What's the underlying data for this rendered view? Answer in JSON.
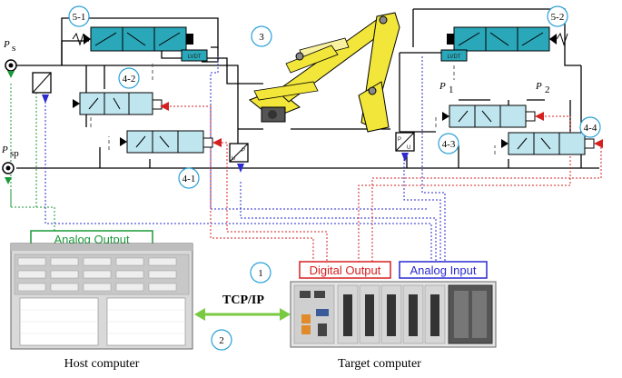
{
  "labels": {
    "p_s": "P",
    "p_s_sub": "s",
    "p_sp": "P",
    "p_sp_sub": "sp",
    "p1": "P",
    "p1_sub": "1",
    "p2": "P",
    "p2_sub": "2",
    "valve_5_1": "5-1",
    "valve_5_2": "5-2",
    "valve_4_1": "4-1",
    "valve_4_2": "4-2",
    "valve_4_3": "4-3",
    "valve_4_4": "4-4",
    "excavator": "3",
    "target_tag": "1",
    "link_tag": "2",
    "lvdt_left": "LVDT",
    "lvdt_right": "LVDT",
    "sensor_p": "P",
    "sensor_u": "U"
  },
  "boxes": {
    "analog_output": "Analog Output",
    "digital_output": "Digital Output",
    "analog_input": "Analog Input"
  },
  "link": "TCP/IP",
  "captions": {
    "host": "Host computer",
    "target": "Target computer"
  },
  "colors": {
    "analog_output": "#1a9a3a",
    "digital_output": "#d62020",
    "analog_input": "#2a2ad0",
    "valve_blue": "#2aa7b8",
    "valve_light": "#bfe6ef",
    "excavator": "#f2e63a",
    "link_arrow": "#7ac943",
    "tag_circle": "#2aa0d8"
  }
}
